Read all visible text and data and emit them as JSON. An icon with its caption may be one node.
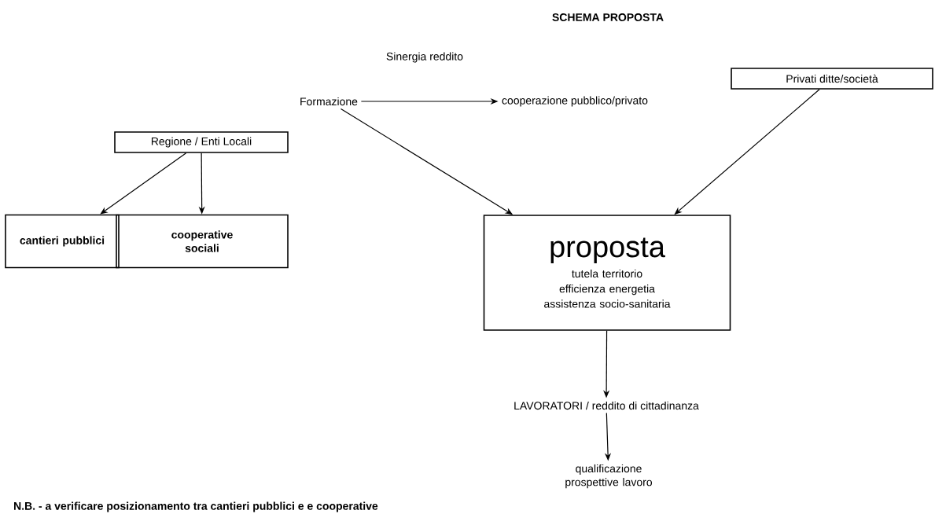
{
  "diagram": {
    "title": "SCHEMA PROPOSTA",
    "nodes": [
      {
        "text": [
          "Formazione"
        ]
      },
      {
        "text": [
          "cooperazione pubblico/privato"
        ]
      },
      {
        "text": [
          "Privati ditte/società"
        ]
      },
      {
        "text": [
          "Regione / Enti Locali"
        ]
      },
      {
        "text": [
          "cantieri pubblici"
        ]
      },
      {
        "text": [
          "cooperative sociali"
        ]
      },
      {
        "text": [
          "proposta",
          "tutela territorio",
          "efficienza energetia",
          "assistenza socio-sanitaria"
        ]
      },
      {
        "text": [
          "LAVORATORI / reddito di cittadinanza"
        ]
      },
      {
        "text": [
          "qualificazione prospettive lavoro"
        ]
      }
    ],
    "edges": [
      {
        "from": 0,
        "to": 1,
        "arrow": "to"
      },
      {
        "from": 0,
        "to": 6,
        "arrow": "to"
      },
      {
        "from": 2,
        "to": 6,
        "arrow": "to"
      },
      {
        "from": 3,
        "to": 4,
        "arrow": "to"
      },
      {
        "from": 3,
        "to": 5,
        "arrow": "to"
      },
      {
        "from": 6,
        "to": 7,
        "arrow": "to"
      },
      {
        "from": 7,
        "to": 8,
        "arrow": "to"
      }
    ],
    "labels": [
      "Sinergia reddito",
      "N.B. - a verificare posizionamento tra cantieri pubblici e e cooperative"
    ]
  }
}
